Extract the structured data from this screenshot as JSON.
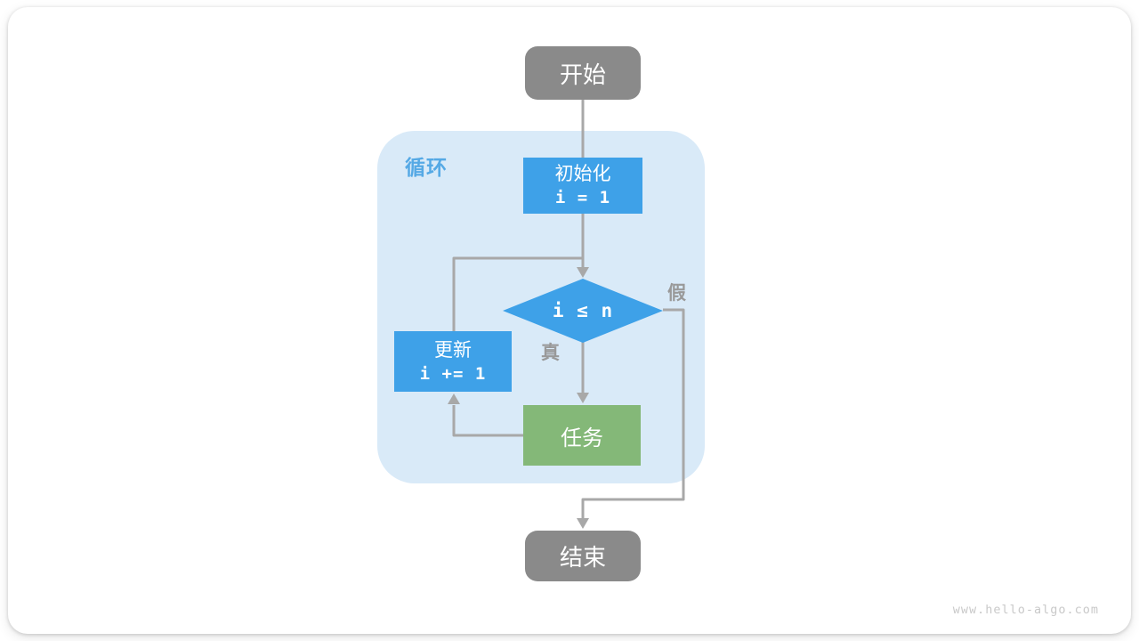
{
  "page": {
    "watermark": "www.hello-algo.com"
  },
  "flowchart": {
    "loop_label": "循环",
    "nodes": {
      "start": {
        "label": "开始"
      },
      "init": {
        "title": "初始化",
        "code": "i = 1"
      },
      "condition": {
        "expression": "i ≤ n"
      },
      "update": {
        "title": "更新",
        "code": "i += 1"
      },
      "task": {
        "label": "任务"
      },
      "end": {
        "label": "结束"
      }
    },
    "branch_labels": {
      "true": "真",
      "false": "假"
    },
    "colors": {
      "process_blue": "#3EA1E8",
      "loop_container_blue": "#D9EAF8",
      "loop_label_blue": "#55A9E5",
      "task_green": "#84B878",
      "terminal_gray": "#8A8A8A",
      "connector_gray": "#A8A8A8"
    }
  }
}
